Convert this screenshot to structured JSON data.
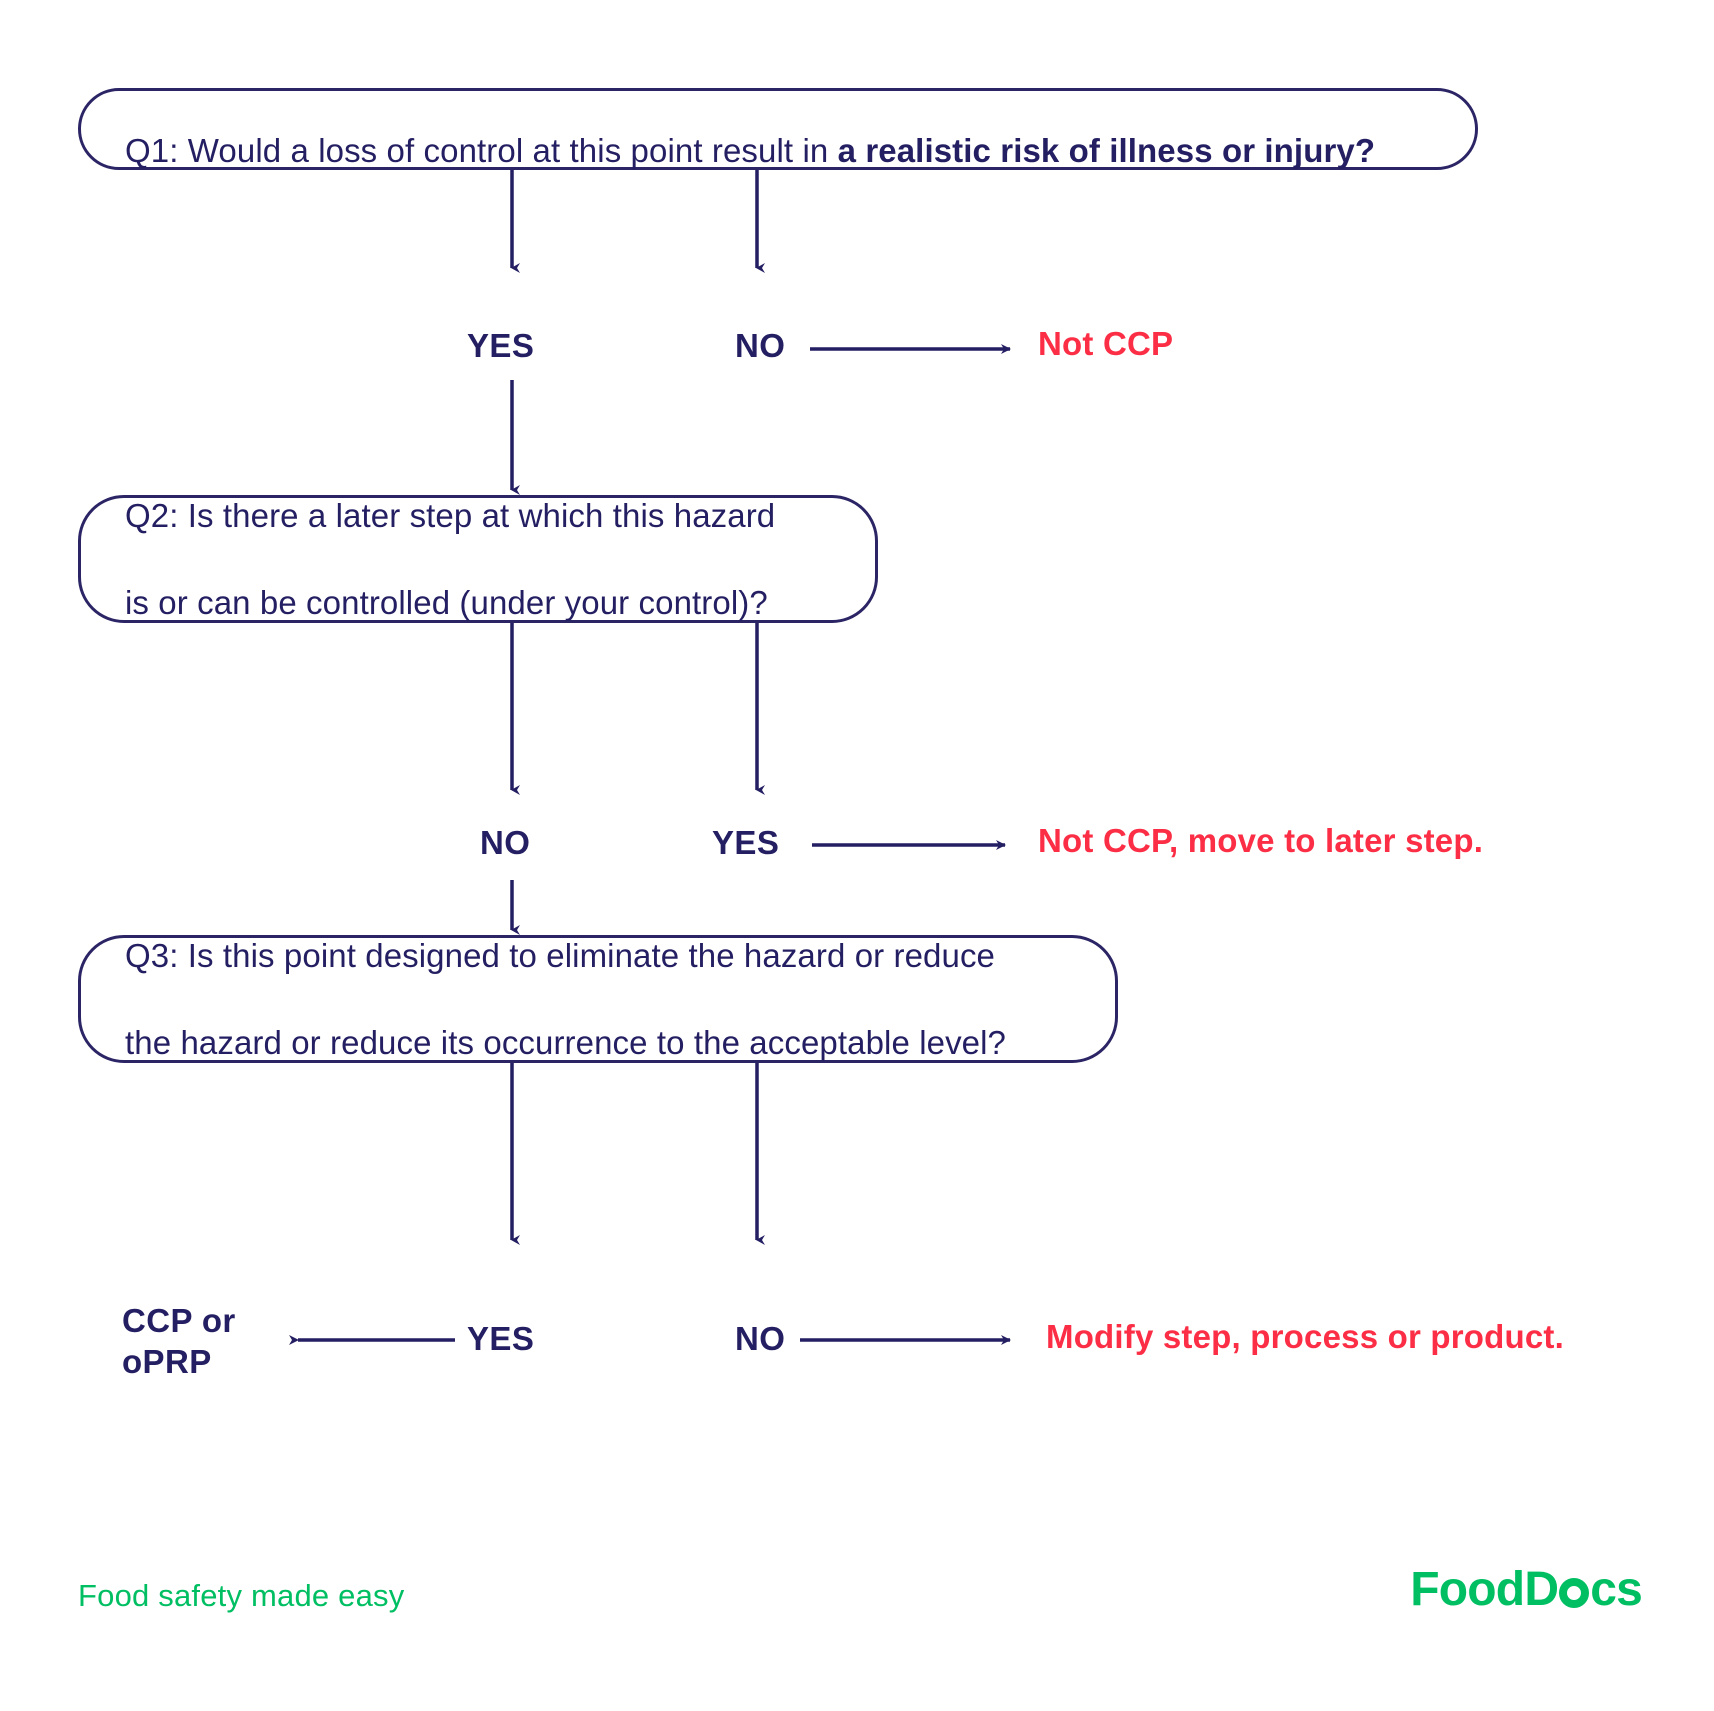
{
  "diagram": {
    "title": "CCP Decision Tree",
    "colors": {
      "navy": "#241f62",
      "red": "#fb2e46",
      "green": "#00bf63",
      "background": "#ffffff"
    },
    "questions": [
      {
        "id": "q1",
        "text_plain": "Q1: Would a loss of control at this point result in a realistic risk of illness or injury?",
        "text_normal": "Q1: Would a loss of control at this point result in ",
        "text_bold": "a realistic risk of illness or injury?"
      },
      {
        "id": "q2",
        "text_plain": "Q2: Is there a later step at which this hazard is or can be controlled (under your control)?",
        "line1": "Q2: Is there a later step at which this hazard",
        "line2": "is or can be controlled (under your control)?"
      },
      {
        "id": "q3",
        "text_plain": "Q3: Is this point designed to eliminate the hazard or reduce the hazard or reduce its occurrence to the acceptable level?",
        "line1": "Q3: Is this point designed to eliminate the hazard or reduce",
        "line2": "the hazard or reduce its occurrence to the acceptable level?"
      }
    ],
    "branches": {
      "q1_left": "YES",
      "q1_right": "NO",
      "q1_outcome": "Not CCP",
      "q2_left": "NO",
      "q2_right": "YES",
      "q2_outcome": "Not CCP, move to later step.",
      "q3_left": "YES",
      "q3_right": "NO",
      "q3_outcome": "Modify step, process or product.",
      "q3_result": "CCP or\noPRP"
    }
  },
  "footer": {
    "tagline": "Food safety made easy",
    "logo_part1": "F",
    "logo_part2": "d",
    "logo_part3": "D",
    "logo_part4": "cs",
    "logo_full": "FoodDocs"
  }
}
